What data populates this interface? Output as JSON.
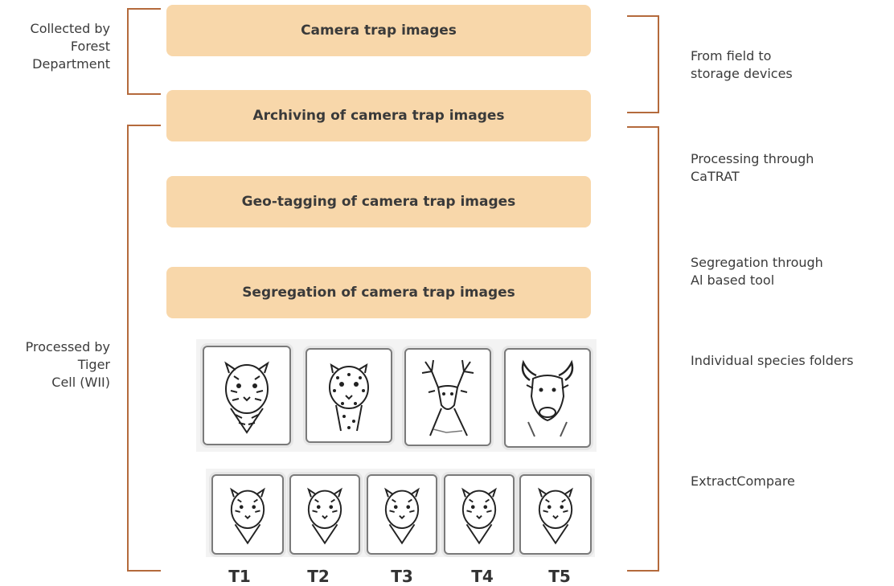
{
  "boxes": {
    "camera_trap": "Camera trap images",
    "archiving": "Archiving of camera trap images",
    "geotagging": "Geo-tagging of camera trap images",
    "segregation": "Segregation of camera trap images"
  },
  "left_labels": {
    "collected": "Collected by\nForest\nDepartment",
    "processed": "Processed by\nTiger\nCell (WII)"
  },
  "right_labels": {
    "field": "From field to\nstorage devices",
    "catrat": "Processing through\nCaTRAT",
    "ai": "Segregation through\nAl based tool",
    "species": "Individual species folders",
    "extract": "ExtractCompare"
  },
  "species_icons": [
    "tiger-icon",
    "leopard-icon",
    "deer-icon",
    "gaur-icon"
  ],
  "tiger_ids": [
    "T1",
    "T2",
    "T3",
    "T4",
    "T5"
  ],
  "colors": {
    "box_fill": "#f8d7aa",
    "bracket": "#b46a3c"
  }
}
